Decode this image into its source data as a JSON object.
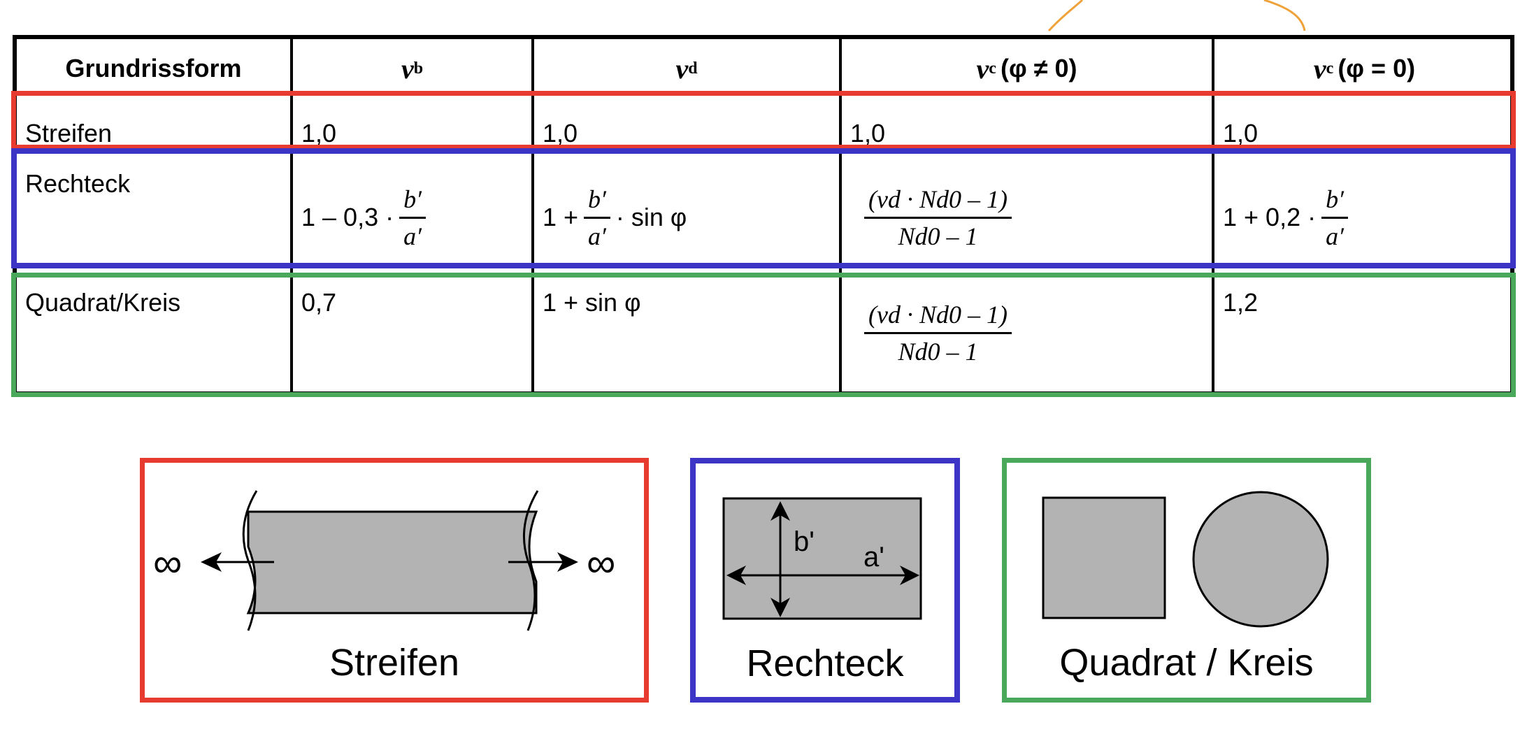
{
  "table": {
    "headers": {
      "col1": "Grundrissform",
      "col2_symbol": "ν",
      "col2_sub": "b",
      "col3_symbol": "ν",
      "col3_sub": "d",
      "col4_symbol": "ν",
      "col4_sub": "c",
      "col4_cond": "(φ  ≠ 0)",
      "col5_symbol": "ν",
      "col5_sub": "c",
      "col5_cond": "(φ  = 0)"
    },
    "rows": [
      {
        "name": "Streifen",
        "vb": "1,0",
        "vd": "1,0",
        "vc_neq": "1,0",
        "vc_eq": "1,0"
      },
      {
        "name": "Rechteck",
        "vb_prefix": "1 – 0,3 ·",
        "vb_num": "b′",
        "vb_den": "a′",
        "vd_prefix": "1 +",
        "vd_num": "b′",
        "vd_den": "a′",
        "vd_suffix": "· sin φ",
        "vc_num": "(νd · Nd0  – 1)",
        "vc_den": "Nd0  – 1",
        "vc_eq_prefix": "1 + 0,2 ·",
        "vc_eq_num": "b′",
        "vc_eq_den": "a′"
      },
      {
        "name": "Quadrat/Kreis",
        "vb": "0,7",
        "vd": "1 + sin φ",
        "vc_num": "(νd · Nd0  – 1)",
        "vc_den": "Nd0  – 1",
        "vc_eq": "1,2"
      }
    ]
  },
  "figures": {
    "streifen": {
      "label": "Streifen",
      "infinity": "∞"
    },
    "rechteck": {
      "label": "Rechteck",
      "dim_b": "b'",
      "dim_a": "a'"
    },
    "quadrat": {
      "label": "Quadrat / Kreis"
    }
  },
  "colors": {
    "red": "#e63b2e",
    "blue": "#3b34c4",
    "green": "#4aa85a",
    "orange": "#f0a23a",
    "gray_fill": "#b3b3b3"
  }
}
